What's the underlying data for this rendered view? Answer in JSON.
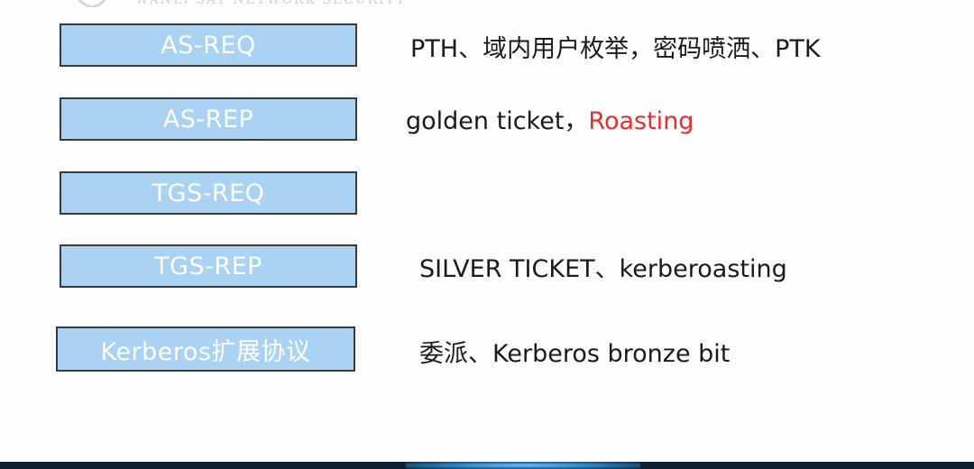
{
  "watermark": {
    "text": "WANLI SAY NETWORK SECURITY",
    "logo_icon": "shield-icon"
  },
  "rows": [
    {
      "box_label": "AS-REQ",
      "description": "PTH、域内用户枚举，密码喷洒、PTK",
      "highlight": ""
    },
    {
      "box_label": "AS-REP",
      "description": "golden ticket，",
      "highlight": "Roasting"
    },
    {
      "box_label": "TGS-REQ",
      "description": "",
      "highlight": ""
    },
    {
      "box_label": "TGS-REP",
      "description": "SILVER TICKET、kerberoasting",
      "highlight": ""
    },
    {
      "box_label": "Kerberos扩展协议",
      "description": "委派、Kerberos bronze bit",
      "highlight": ""
    }
  ],
  "colors": {
    "box_fill": "#a9d2f3",
    "box_border": "#3a3a3a",
    "box_text": "#ffffff",
    "highlight": "#e03030",
    "text": "#1a1a1a",
    "footer": "#0c1f33"
  }
}
